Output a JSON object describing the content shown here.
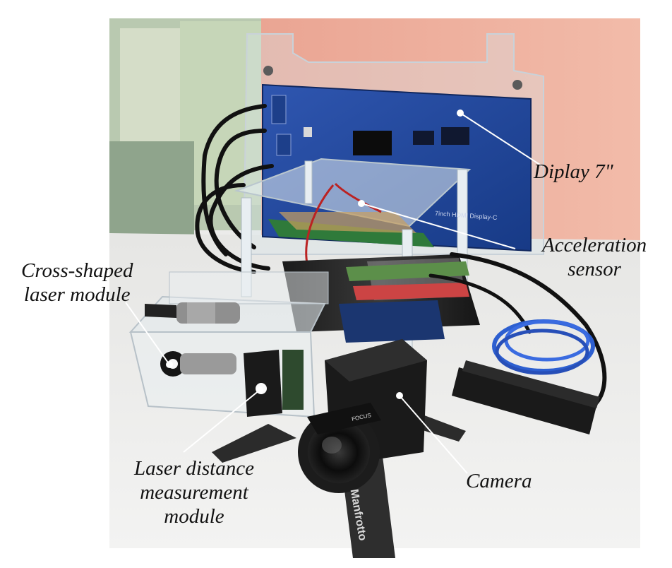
{
  "figure": {
    "labels": {
      "display": [
        "Diplay 7\""
      ],
      "acceleration": [
        "Acceleration",
        "sensor"
      ],
      "cross_laser": [
        "Cross-shaped",
        "laser module"
      ],
      "laser_distance": [
        "Laser distance",
        "measurement",
        "module"
      ],
      "camera": [
        "Camera"
      ]
    },
    "background_text": {
      "board_silk": "7inch HDMI Display-C",
      "lens_text": "FOCUS",
      "tripod_brand": "Manfrotto"
    }
  }
}
